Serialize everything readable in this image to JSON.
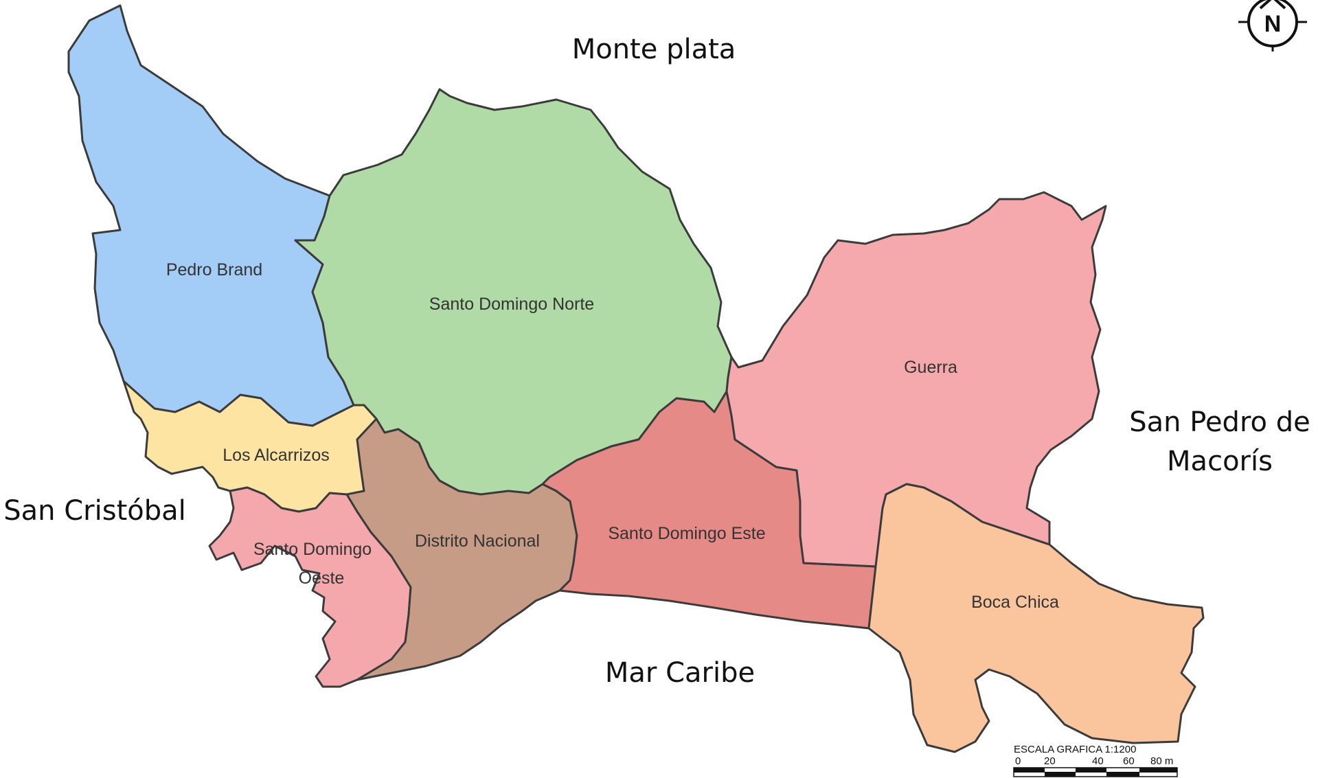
{
  "map": {
    "regions": [
      {
        "id": "pedro-brand",
        "label": "Pedro Brand",
        "color": "#a3ccf7"
      },
      {
        "id": "santo-domingo-norte",
        "label": "Santo Domingo Norte",
        "color": "#b0dba6"
      },
      {
        "id": "los-alcarrizos",
        "label": "Los Alcarrizos",
        "color": "#fde4a3"
      },
      {
        "id": "santo-domingo-oeste",
        "label_line1": "Santo Domingo",
        "label_line2": "Oeste",
        "color": "#f4a8ab"
      },
      {
        "id": "distrito-nacional",
        "label": "Distrito Nacional",
        "color": "#c79c87"
      },
      {
        "id": "santo-domingo-este",
        "label": "Santo Domingo Este",
        "color": "#e58a86"
      },
      {
        "id": "guerra",
        "label": "Guerra",
        "color": "#f5a9ac"
      },
      {
        "id": "boca-chica",
        "label": "Boca Chica",
        "color": "#fac49d"
      }
    ],
    "surroundings": {
      "north": "Monte plata",
      "west": "San Cristóbal",
      "east_line1": "San Pedro de",
      "east_line2": "Macorís",
      "south": "Mar Caribe"
    },
    "compass": {
      "letter": "N"
    },
    "scale": {
      "title": "ESCALA GRAFICA 1:1200",
      "ticks": [
        "0",
        "20",
        "40",
        "60",
        "80 m"
      ]
    }
  }
}
